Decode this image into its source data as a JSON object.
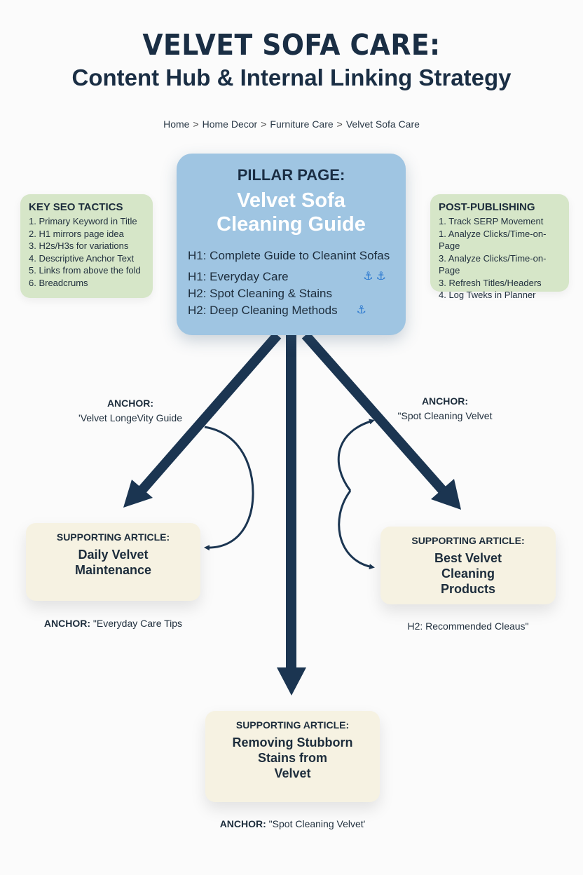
{
  "header": {
    "title_line1": "VELVET SOFA CARE:",
    "title_line2": "Content Hub & Internal Linking Strategy"
  },
  "breadcrumb": {
    "separator": ">",
    "items": [
      "Home",
      "Home Decor",
      "Furniture Care",
      "Velvet Sofa Care"
    ]
  },
  "pillar": {
    "label": "PILLAR PAGE:",
    "name_line1": "Velvet Sofa",
    "name_line2": "Cleaning Guide",
    "h1_main": "H1: Complete Guide to Cleanint Sofas",
    "headings": [
      {
        "text": "H1: Everyday Care",
        "anchors": "⚓⚓"
      },
      {
        "text": "H2: Spot Cleaning & Stains",
        "anchors": ""
      },
      {
        "text": "H2: Deep Cleaning Methods",
        "anchors": "⚓"
      }
    ],
    "anchor_icon_color": "#2d7ad0"
  },
  "seo_tactics": {
    "title": "KEY SEO TACTICS",
    "items": [
      "1. Primary Keyword in Title",
      "2. H1 mirrors page idea",
      "3. H2s/H3s for variations",
      "4. Descriptive Anchor Text",
      "5. Links from above the fold",
      "6. Breadcrums"
    ]
  },
  "post_publishing": {
    "title": "POST-PUBLISHING",
    "items": [
      "1. Track SERP Movement",
      "1. Analyze Clicks/Time-on-Page",
      "3. Analyze Clicks/Time-on-Page",
      "3. Refresh Titles/Headers",
      "4. Log Tweks in Planner"
    ]
  },
  "anchors": {
    "left": {
      "head": "ANCHOR:",
      "text": "'Velvet LongeVity Guide"
    },
    "right": {
      "head": "ANCHOR:",
      "text": "\"Spot Cleaning Velvet"
    }
  },
  "supporting_articles": {
    "left": {
      "label": "SUPPORTING ARTICLE:",
      "title_lines": [
        "Daily Velvet",
        "Maintenance"
      ],
      "caption_bold": "ANCHOR:",
      "caption_text": " \"Everyday Care Tips"
    },
    "right": {
      "label": "SUPPORTING ARTICLE:",
      "title_lines": [
        "Best Velvet",
        "Cleaning",
        "Products"
      ],
      "caption_bold": "",
      "caption_text": "H2: Recommended Cleaus\""
    },
    "bottom": {
      "label": "SUPPORTING ARTICLE:",
      "title_lines": [
        "Removing Stubborn",
        "Stains from",
        "Velvet"
      ],
      "caption_bold": "ANCHOR:",
      "caption_text": " \"Spot Cleaning Velvet'"
    }
  },
  "colors": {
    "arrow": "#1b3551",
    "pillar_bg": "#9fc5e2",
    "sidebox_bg": "#d6e6c8",
    "support_bg": "#f6f2e2",
    "title": "#1a2e44"
  }
}
